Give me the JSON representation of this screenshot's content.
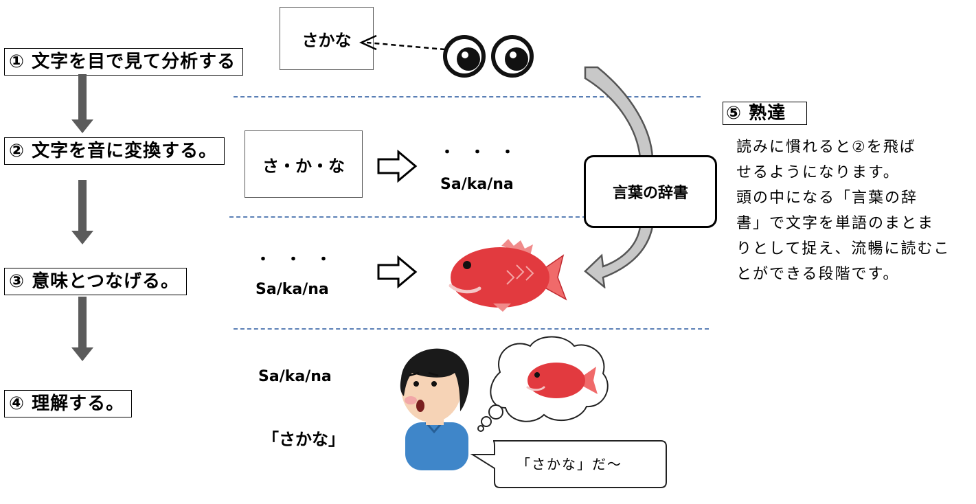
{
  "steps": [
    {
      "label": "① 文字を目で見て分析する"
    },
    {
      "label": "② 文字を音に変換する。"
    },
    {
      "label": "③ 意味とつなげる。"
    },
    {
      "label": "④ 理解する。"
    }
  ],
  "row1": {
    "word_box": "さかな"
  },
  "row2": {
    "word_box": "さ・か・な",
    "romaji": "Sa/ka/na",
    "dots": "・　・　・"
  },
  "row3": {
    "romaji": "Sa/ka/na",
    "dots": "・　・　・"
  },
  "row4": {
    "romaji": "Sa/ka/na",
    "word": "「さかな」",
    "speech": "「さかな」だ～"
  },
  "dictionary": {
    "label": "言葉の辞書"
  },
  "mastery": {
    "title": "⑤ 熟達",
    "lines": [
      "読みに慣れると②を飛ば",
      "せるようになります。",
      "頭の中になる「言葉の辞",
      "書」で文字を単語のまとま",
      "りとして捉え、流暢に読むこ",
      "とができる段階です。"
    ]
  },
  "colors": {
    "fish": "#e23a3f",
    "arrow_gray": "#5b5b5b",
    "dash_blue": "#5a7fb5",
    "shirt": "#3f86c9"
  }
}
